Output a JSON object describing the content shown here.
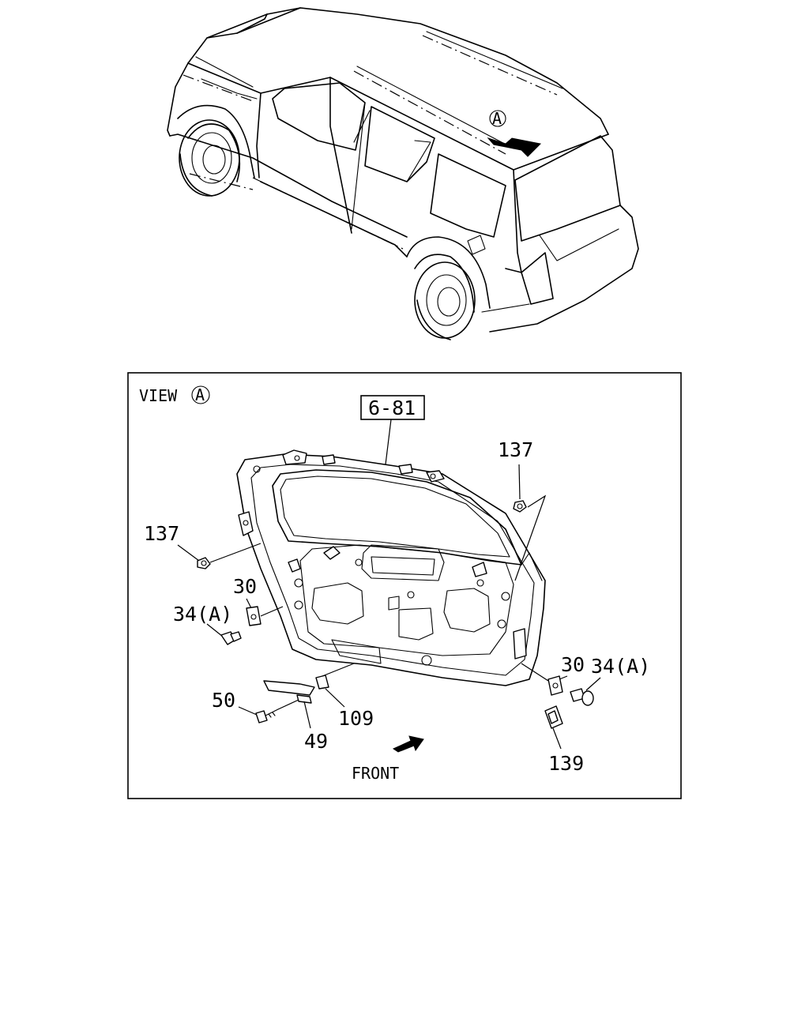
{
  "overview": {
    "view_marker": "A"
  },
  "detail_view": {
    "view_label": "VIEW",
    "view_marker": "A",
    "reference_box": "6-81",
    "front_label": "FRONT",
    "callouts": {
      "c137_top": "137",
      "c137_left": "137",
      "c30_left": "30",
      "c34a_left": "34(A)",
      "c30_right": "30",
      "c34a_right": "34(A)",
      "c50": "50",
      "c49": "49",
      "c109": "109",
      "c139": "139"
    }
  }
}
